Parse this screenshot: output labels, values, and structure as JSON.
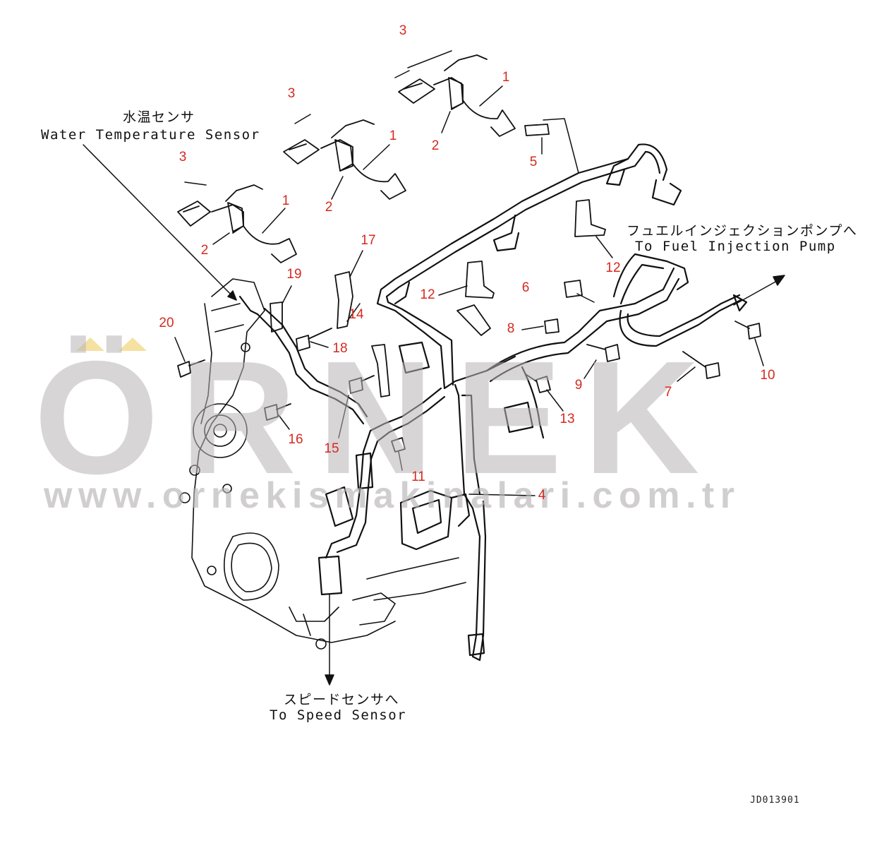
{
  "callouts": {
    "water_temp": {
      "jp": "水温センサ",
      "en": "Water Temperature Sensor"
    },
    "fuel_pump": {
      "jp": "フュエルインジェクションポンプへ",
      "en": "To Fuel Injection Pump"
    },
    "speed_sensor": {
      "jp": "スピードセンサへ",
      "en": "To Speed Sensor"
    }
  },
  "part_numbers": [
    "1",
    "1",
    "1",
    "2",
    "2",
    "2",
    "3",
    "3",
    "3",
    "4",
    "5",
    "6",
    "7",
    "8",
    "9",
    "10",
    "11",
    "12",
    "12",
    "13",
    "14",
    "15",
    "16",
    "17",
    "18",
    "19",
    "20"
  ],
  "watermark": {
    "brand": "ÖRNEK",
    "url": "www.ornekismakinalari.com.tr"
  },
  "drawing_code": "JD013901",
  "colors": {
    "line": "#111111",
    "callout_number": "#d42a20",
    "watermark": "#b9b4b8",
    "watermark_accent": "#f2d98a"
  }
}
